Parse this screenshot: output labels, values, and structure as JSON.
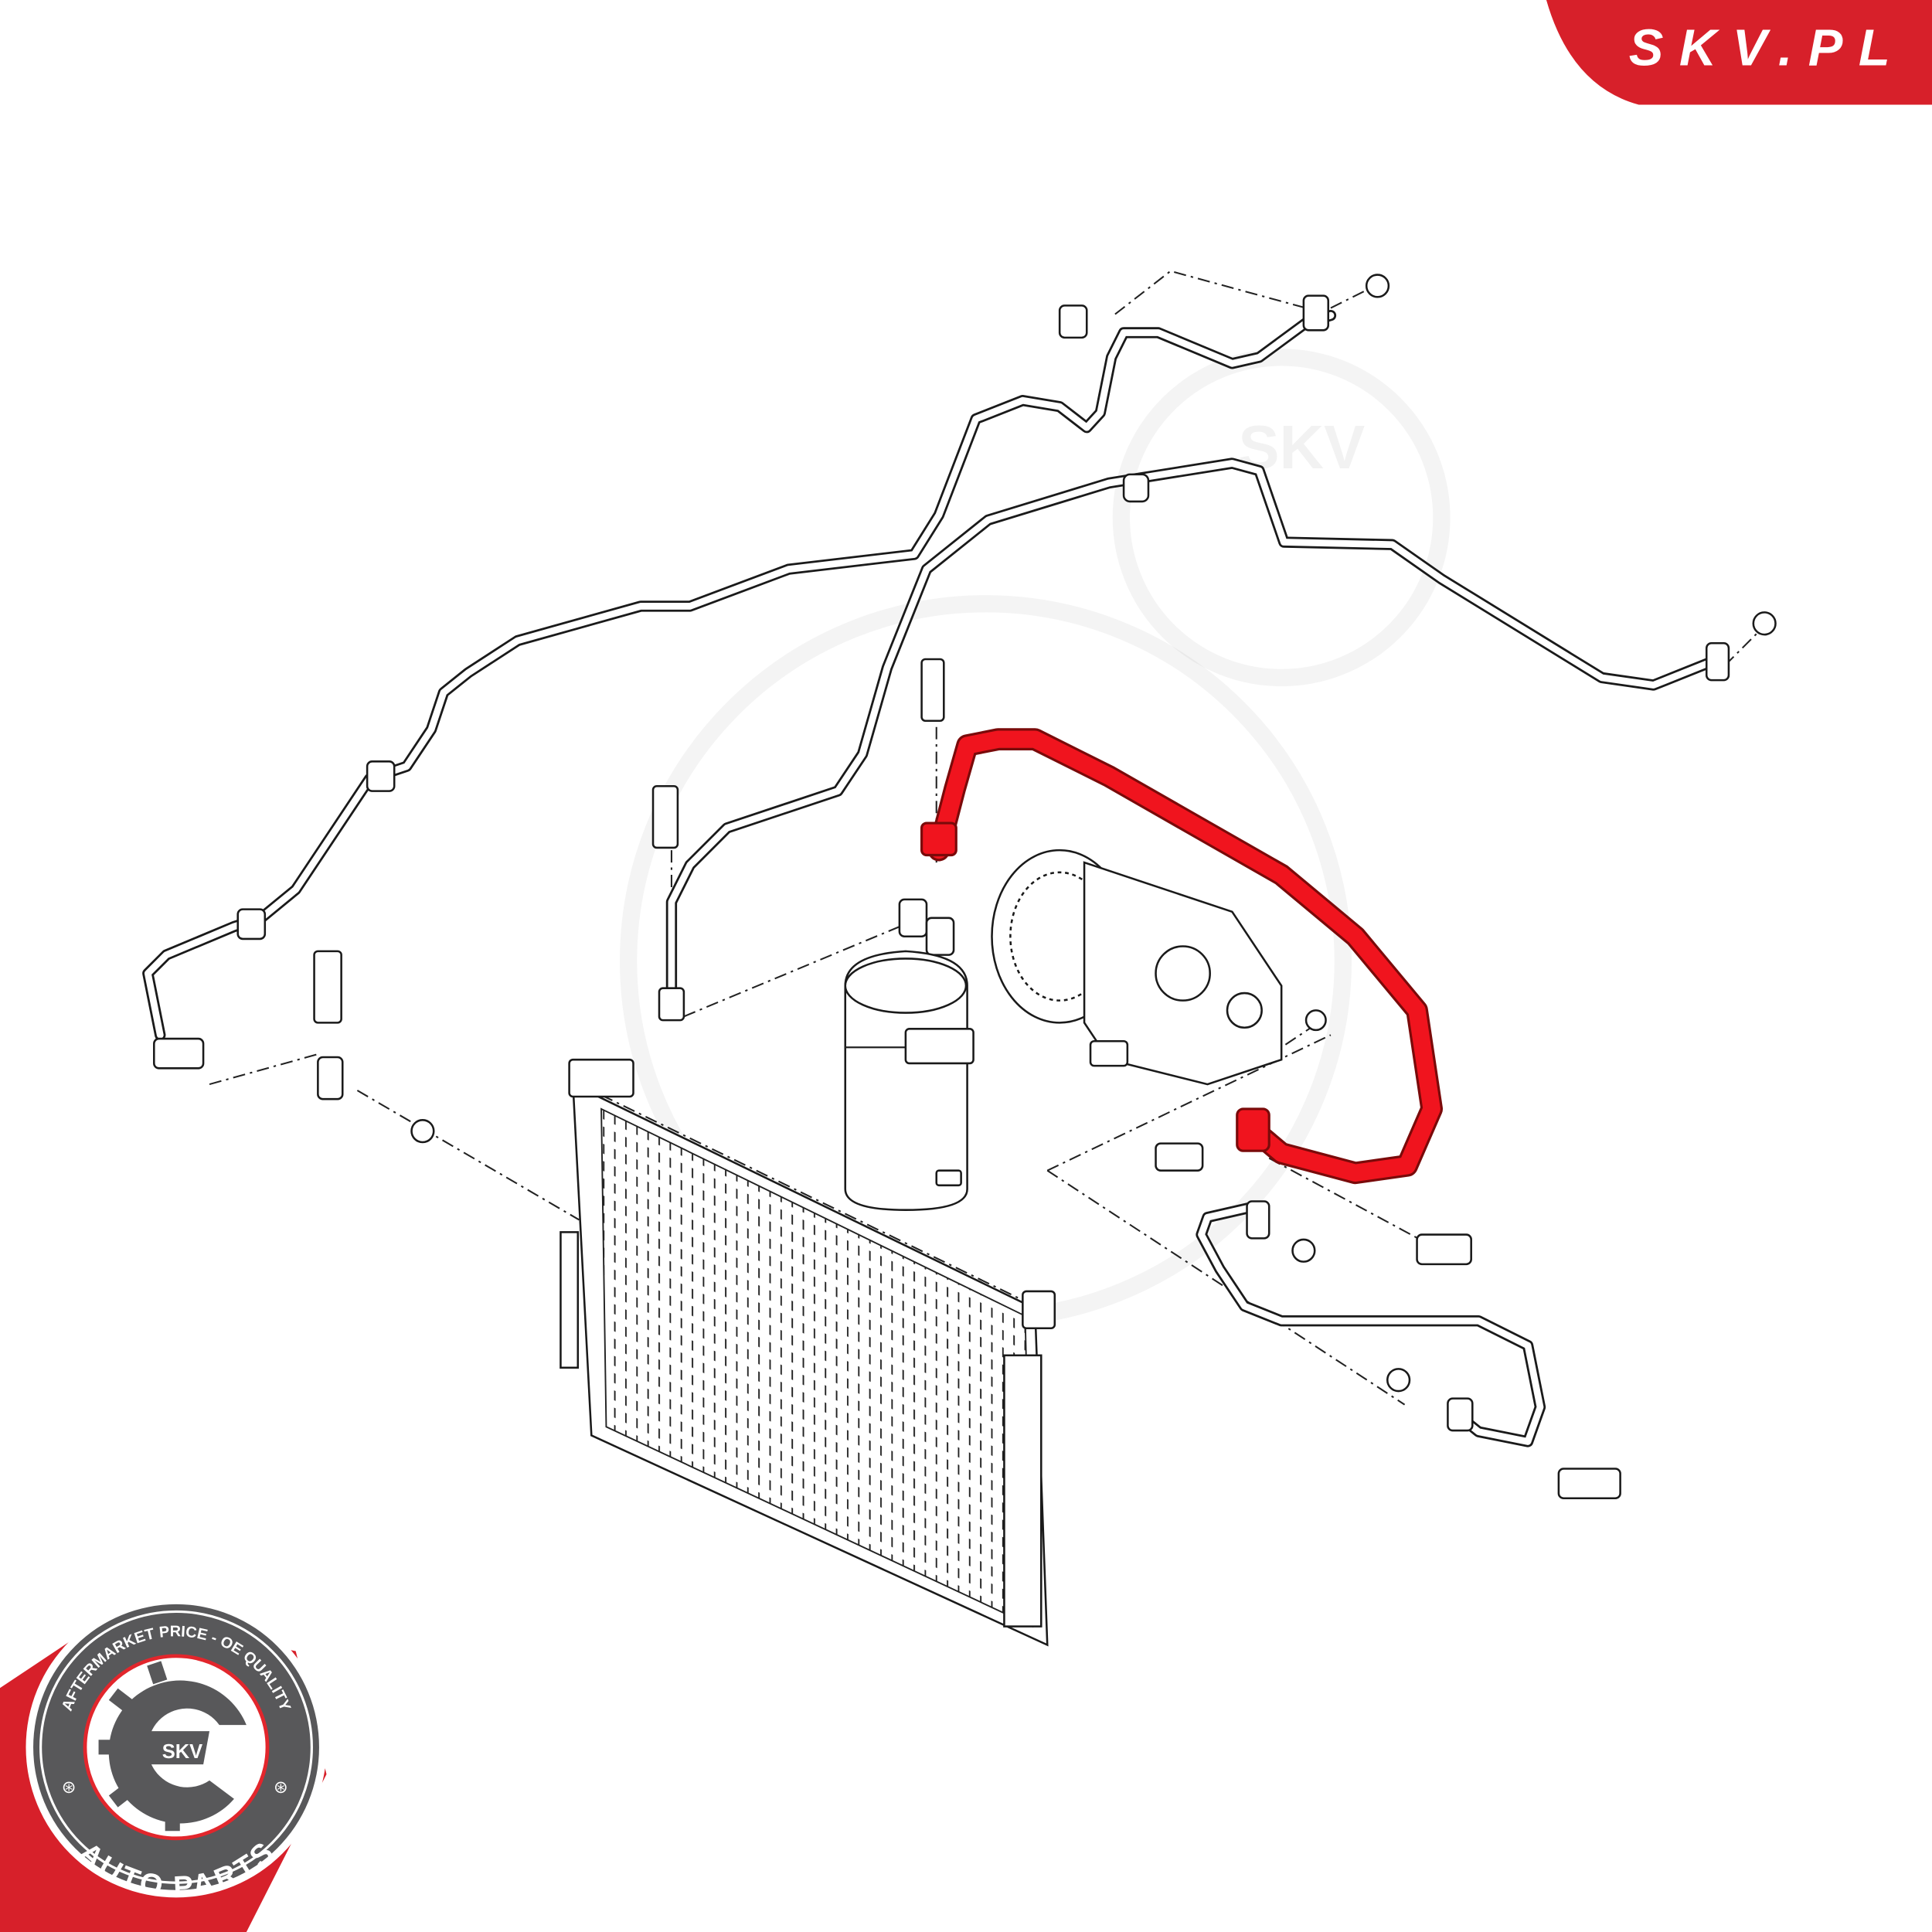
{
  "brand": {
    "site_logo": "SKV.PL",
    "badge": {
      "top_arc": "AFTERMARKET PRICE - OE QUALITY",
      "center": "SKV",
      "bottom_arc": "AUTO PARTS"
    },
    "watermark": "SKV"
  },
  "diagram": {
    "highlighted_part": "air-conditioning-hose",
    "colors": {
      "highlight": "#f0141e",
      "brand_red": "#d7202a",
      "badge_gray": "#58585a"
    }
  }
}
